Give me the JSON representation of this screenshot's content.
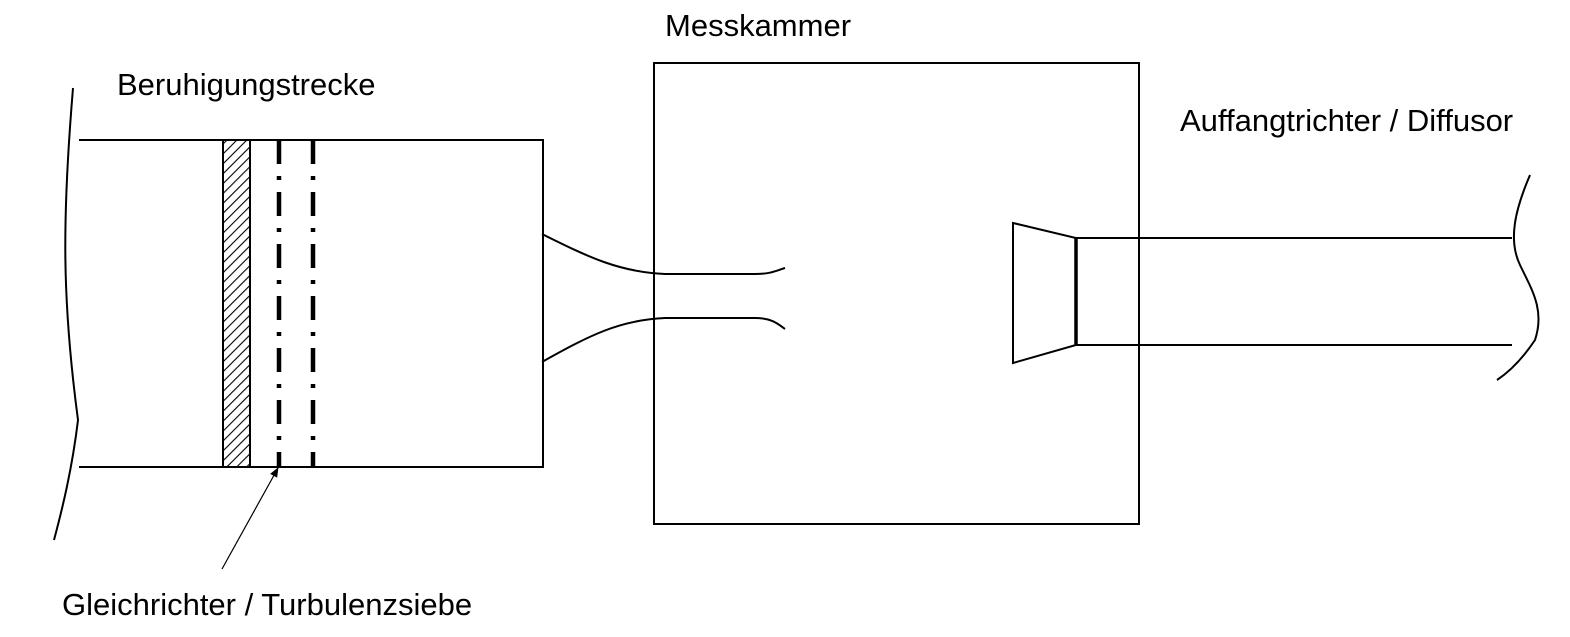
{
  "labels": {
    "settling_chamber": "Beruhigungstrecke",
    "test_chamber": "Messkammer",
    "collector": "Auffangtrichter / Diffusor",
    "screens": "Gleichrichter / Turbulenzsiebe"
  },
  "colors": {
    "line": "#000000",
    "background": "#ffffff"
  }
}
